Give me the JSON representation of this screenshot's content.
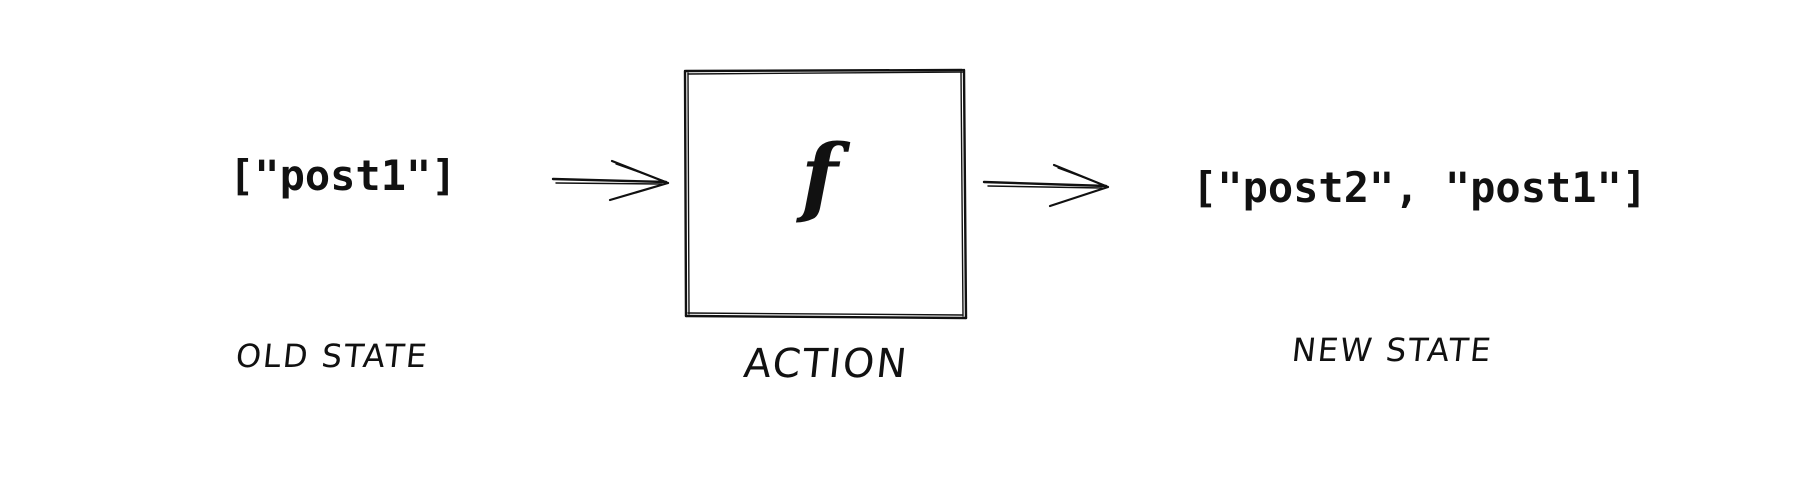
{
  "diagram": {
    "old_state": {
      "value": "[\"post1\"]",
      "label": "OLD STATE"
    },
    "action": {
      "symbol": "f",
      "label": "ACTION"
    },
    "new_state": {
      "value": "[\"post2\", \"post1\"]",
      "label": "NEW STATE"
    },
    "arrows": [
      {
        "from": "old_state",
        "to": "action",
        "icon": "right-arrow-icon"
      },
      {
        "from": "action",
        "to": "new_state",
        "icon": "right-arrow-icon"
      }
    ],
    "colors": {
      "stroke": "#111111",
      "background": "#ffffff"
    }
  }
}
